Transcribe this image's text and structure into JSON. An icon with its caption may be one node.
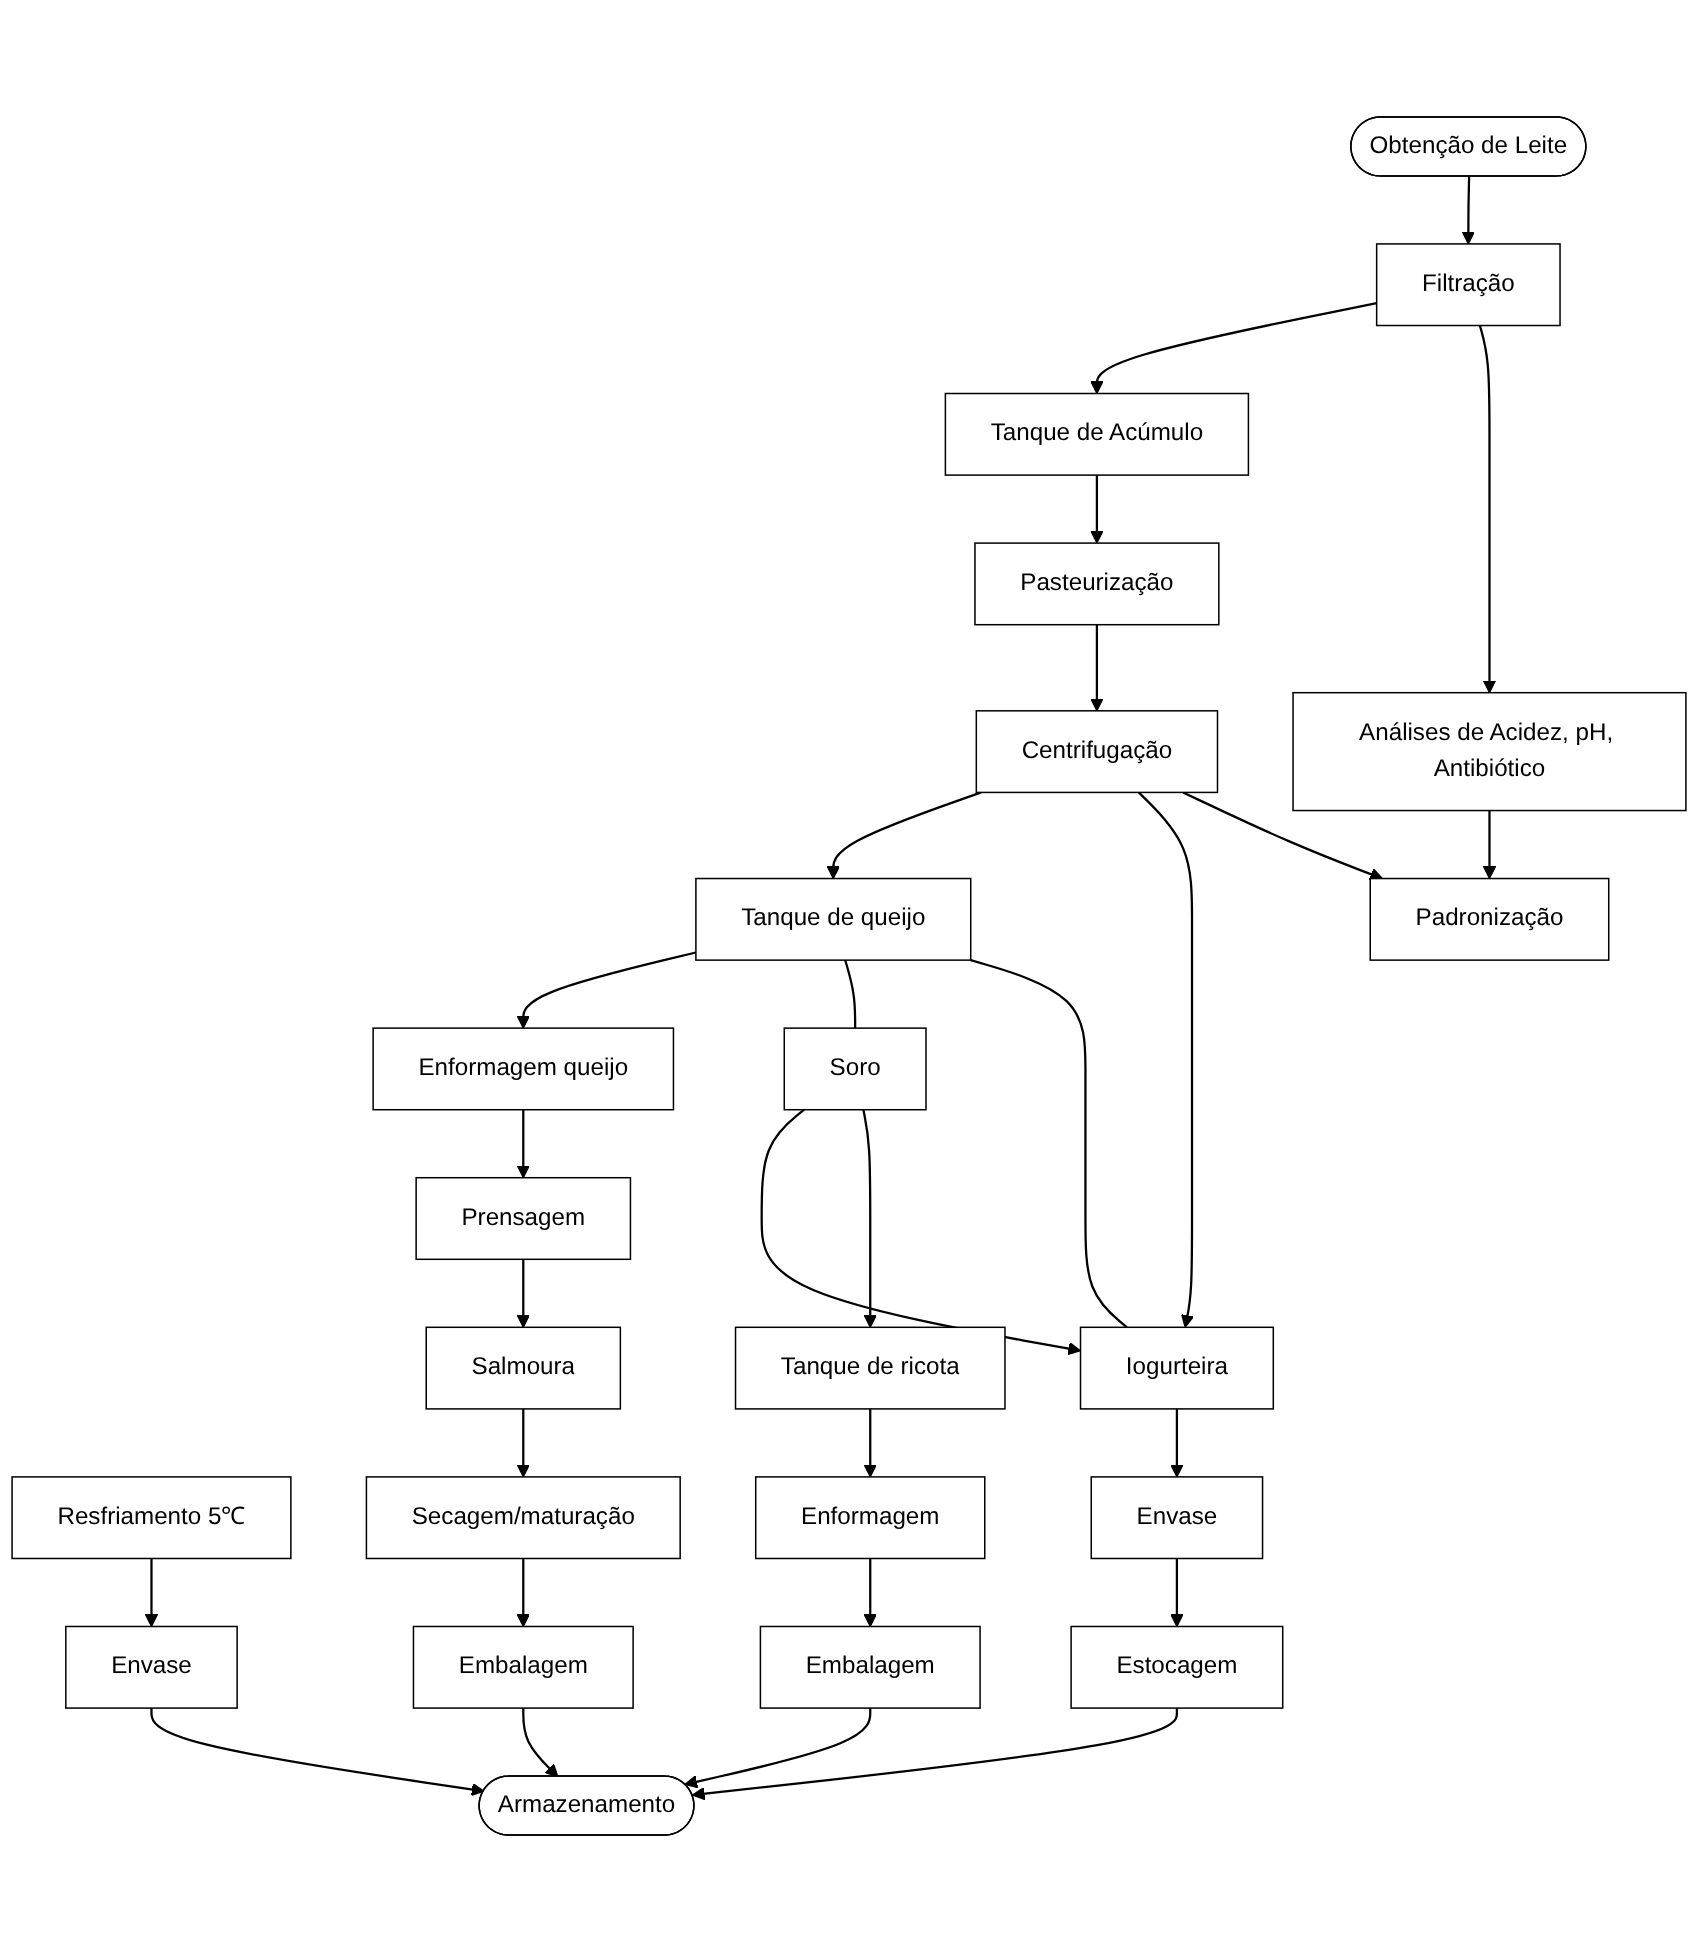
{
  "diagram": {
    "nodes": [
      {
        "text": [
          "Obtenção de Leite"
        ]
      },
      {
        "text": [
          "Filtração"
        ]
      },
      {
        "text": [
          "Análises de Acidez, pH, Antibiótico"
        ]
      },
      {
        "text": [
          "Tanque de Acúmulo"
        ]
      },
      {
        "text": [
          "Pasteurização"
        ]
      },
      {
        "text": [
          "Tanque de queijo"
        ]
      },
      {
        "text": [
          "Centrifugação"
        ]
      },
      {
        "text": [
          "Padronização"
        ]
      },
      {
        "text": [
          "Soro"
        ]
      },
      {
        "text": [
          "Enformagem queijo"
        ]
      },
      {
        "text": [
          "Resfriamento 5℃"
        ]
      },
      {
        "text": [
          "Iogurteira"
        ]
      },
      {
        "text": [
          "Tanque de ricota"
        ]
      },
      {
        "text": [
          "Envase"
        ]
      },
      {
        "text": [
          "Prensagem"
        ]
      },
      {
        "text": [
          "Envase"
        ]
      },
      {
        "text": [
          "Enformagem"
        ]
      },
      {
        "text": [
          "Estocagem"
        ]
      },
      {
        "text": [
          "Salmoura"
        ]
      },
      {
        "text": [
          "Embalagem"
        ]
      },
      {
        "text": [
          "Secagem/maturação"
        ]
      },
      {
        "text": [
          "Embalagem"
        ]
      },
      {
        "text": [
          "Armazenamento"
        ]
      }
    ],
    "edges": [
      {
        "from": 0,
        "to": 1,
        "arrow": "to"
      },
      {
        "from": 1,
        "to": 3,
        "arrow": "to"
      },
      {
        "from": 1,
        "to": 2,
        "arrow": "to"
      },
      {
        "from": 2,
        "to": 7,
        "arrow": "to"
      },
      {
        "from": 3,
        "to": 4,
        "arrow": "to"
      },
      {
        "from": 4,
        "to": 6,
        "arrow": "to"
      },
      {
        "from": 6,
        "to": 5,
        "arrow": "to"
      },
      {
        "from": 6,
        "to": 11,
        "arrow": "to"
      },
      {
        "from": 6,
        "to": 7,
        "arrow": "to"
      },
      {
        "from": 5,
        "to": 9,
        "arrow": "to"
      },
      {
        "from": 5,
        "to": 8,
        "arrow": "none"
      },
      {
        "from": 5,
        "to": 11,
        "arrow": "none"
      },
      {
        "from": 8,
        "to": 11,
        "arrow": "to"
      },
      {
        "from": 8,
        "to": 12,
        "arrow": "to"
      },
      {
        "from": 10,
        "to": 15,
        "arrow": "to"
      },
      {
        "from": 11,
        "to": 13,
        "arrow": "to"
      },
      {
        "from": 9,
        "to": 14,
        "arrow": "to"
      },
      {
        "from": 12,
        "to": 16,
        "arrow": "to"
      },
      {
        "from": 13,
        "to": 17,
        "arrow": "to"
      },
      {
        "from": 14,
        "to": 18,
        "arrow": "to"
      },
      {
        "from": 16,
        "to": 19,
        "arrow": "to"
      },
      {
        "from": 18,
        "to": 20,
        "arrow": "to"
      },
      {
        "from": 20,
        "to": 21,
        "arrow": "to"
      },
      {
        "from": 19,
        "to": 22,
        "arrow": "to"
      },
      {
        "from": 17,
        "to": 22,
        "arrow": "to"
      },
      {
        "from": 21,
        "to": 22,
        "arrow": "to"
      },
      {
        "from": 15,
        "to": 22,
        "arrow": "to"
      }
    ]
  }
}
